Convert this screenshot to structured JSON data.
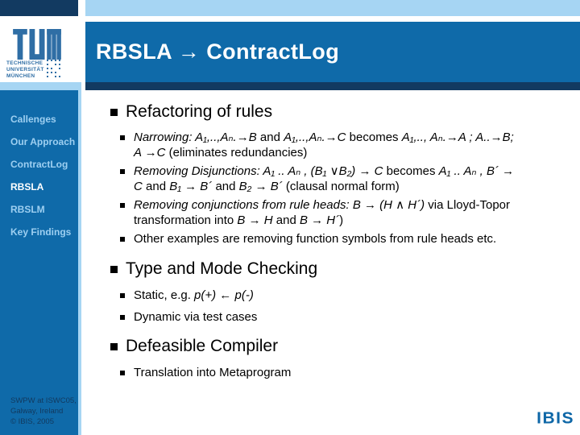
{
  "title": "RBSLA → ContractLog",
  "tum_logo": {
    "org_lines": [
      "TECHNISCHE",
      "UNIVERSITÄT",
      "MÜNCHEN"
    ]
  },
  "sidebar": {
    "items": [
      {
        "label": "Callenges",
        "active": false
      },
      {
        "label": "Our Approach",
        "active": false
      },
      {
        "label": "ContractLog",
        "active": false
      },
      {
        "label": "RBSLA",
        "active": true
      },
      {
        "label": "RBSLM",
        "active": false
      },
      {
        "label": "Key Findings",
        "active": false
      }
    ],
    "footer_lines": [
      "SWPW at ISWC05,",
      "Galway, Ireland",
      "© IBIS, 2005"
    ]
  },
  "content": {
    "sections": [
      {
        "heading": "Refactoring of rules",
        "bullets": [
          [
            {
              "t": "Narrowing: ",
              "i": true
            },
            {
              "t": "A₁,..,Aₙ.→B",
              "i": true
            },
            {
              "t": " and ",
              "i": false
            },
            {
              "t": "A₁,..,Aₙ.→C",
              "i": true
            },
            {
              "t": " becomes ",
              "i": false
            },
            {
              "t": "A₁,.., Aₙ.→A ; A..→B; A →C",
              "i": true
            },
            {
              "t": " (eliminates redundancies)",
              "i": false
            }
          ],
          [
            {
              "t": "Removing Disjunctions: ",
              "i": true
            },
            {
              "t": "A₁ .. Aₙ , (B₁ ∨B₂) → C",
              "i": true
            },
            {
              "t": " becomes ",
              "i": false
            },
            {
              "t": "A₁ .. Aₙ , B´ → C",
              "i": true
            },
            {
              "t": " and ",
              "i": false
            },
            {
              "t": "B₁ → B´",
              "i": true
            },
            {
              "t": " and ",
              "i": false
            },
            {
              "t": "B₂ → B´",
              "i": true
            },
            {
              "t": " (clausal normal form)",
              "i": false
            }
          ],
          [
            {
              "t": "Removing conjunctions from rule heads: ",
              "i": true
            },
            {
              "t": "B → (H ∧ H´)",
              "i": true
            },
            {
              "t": " via Lloyd-Topor transformation into ",
              "i": false
            },
            {
              "t": "B → H",
              "i": true
            },
            {
              "t": " and ",
              "i": false
            },
            {
              "t": "B → H´",
              "i": true
            },
            {
              "t": ")",
              "i": false
            }
          ],
          [
            {
              "t": "Other examples are removing function symbols from rule heads etc.",
              "i": false
            }
          ]
        ]
      },
      {
        "heading": "Type and Mode Checking",
        "bullets": [
          [
            {
              "t": "Static, e.g. ",
              "i": false
            },
            {
              "t": "p(+)",
              "i": true
            },
            {
              "t": " ← ",
              "i": false
            },
            {
              "t": "p(-)",
              "i": true
            }
          ],
          [
            {
              "t": "Dynamic via test cases",
              "i": false
            }
          ]
        ]
      },
      {
        "heading": "Defeasible Compiler",
        "bullets": [
          [
            {
              "t": "Translation into Metaprogram",
              "i": false
            }
          ]
        ]
      }
    ]
  },
  "branding": {
    "ibis": "IBIS"
  },
  "colors": {
    "dark_navy": "#123a61",
    "medium_blue": "#0f6aa9",
    "light_blue": "#a6d5f3",
    "sidebar_text": "#9dcff1",
    "active_item": "#ffffff",
    "ibis_blue": "#0e67a7",
    "tum_blue": "#2f6ea5"
  }
}
